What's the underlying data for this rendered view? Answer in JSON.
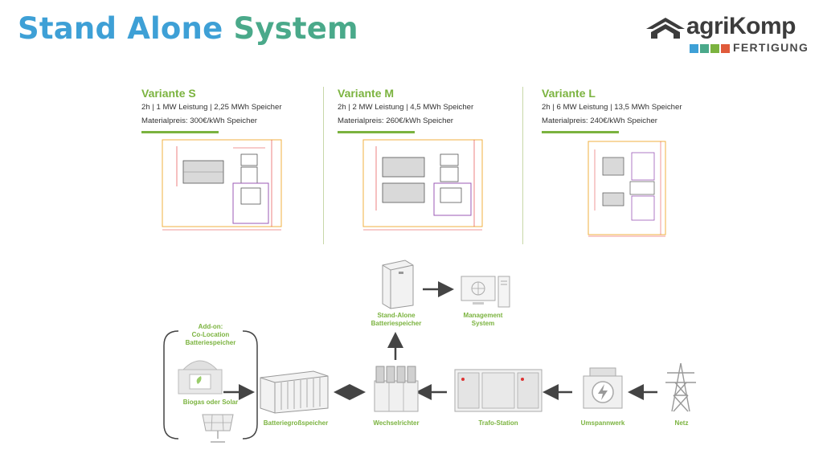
{
  "header": {
    "title_part1": "Stand Alone",
    "title_part2": "System",
    "title_color1": "#3ea0d6",
    "title_color2": "#4aa98a"
  },
  "logo": {
    "name": "agriKomp",
    "subtitle": "FERTIGUNG",
    "square_colors": [
      "#3ea0d6",
      "#4aa98a",
      "#7bb33f",
      "#e05a3a"
    ]
  },
  "variants": [
    {
      "title": "Variante S",
      "line1": "2h | 1 MW Leistung | 2,25 MWh Speicher",
      "line2": "Materialpreis: 300€/kWh Speicher"
    },
    {
      "title": "Variante M",
      "line1": "2h | 2 MW Leistung | 4,5 MWh Speicher",
      "line2": "Materialpreis: 260€/kWh Speicher"
    },
    {
      "title": "Variante L",
      "line1": "2h | 6 MW Leistung | 13,5 MWh Speicher",
      "line2": "Materialpreis: 240€/kWh Speicher"
    }
  ],
  "diagram": {
    "addon": "Add-on:\nCo-Location\nBatteriespeicher",
    "biogas": "Biogas oder Solar",
    "battery_large": "Batteriegroßspeicher",
    "inverter": "Wechselrichter",
    "trafo": "Trafo-Station",
    "substation": "Umspannwerk",
    "grid": "Netz",
    "standalone": "Stand-Alone\nBatteriespeicher",
    "management": "Management\nSystem",
    "accent_color": "#7bb33f"
  }
}
